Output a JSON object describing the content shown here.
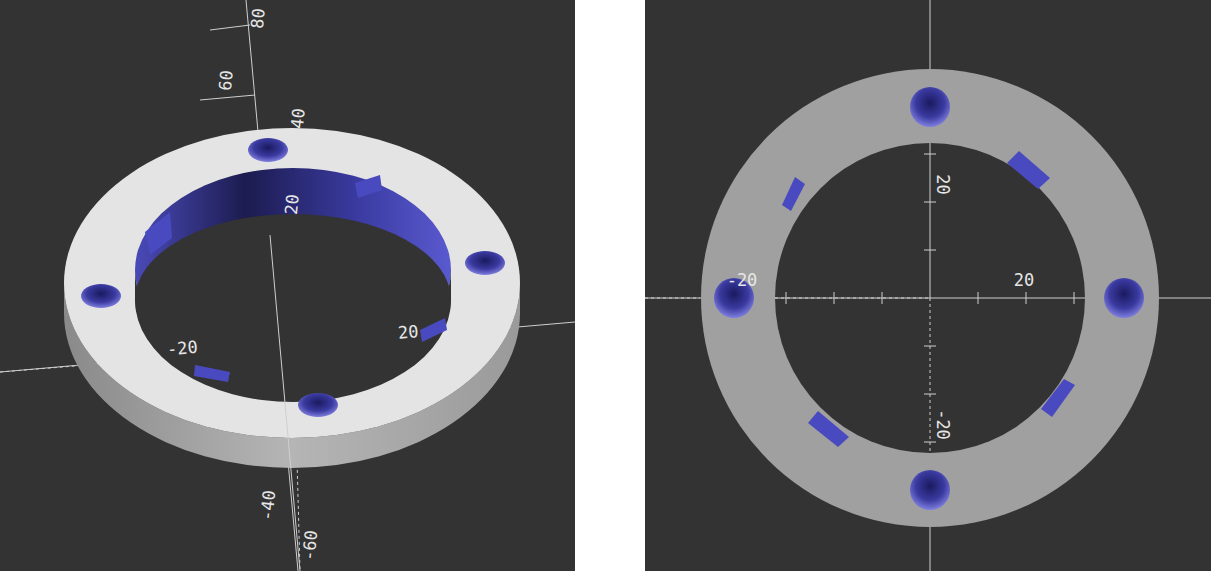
{
  "diagram": {
    "labels": [
      "80",
      "60",
      "40",
      "20",
      "20",
      "-20",
      "-40",
      "-60",
      "20",
      "-20",
      "20",
      "-20"
    ]
  }
}
